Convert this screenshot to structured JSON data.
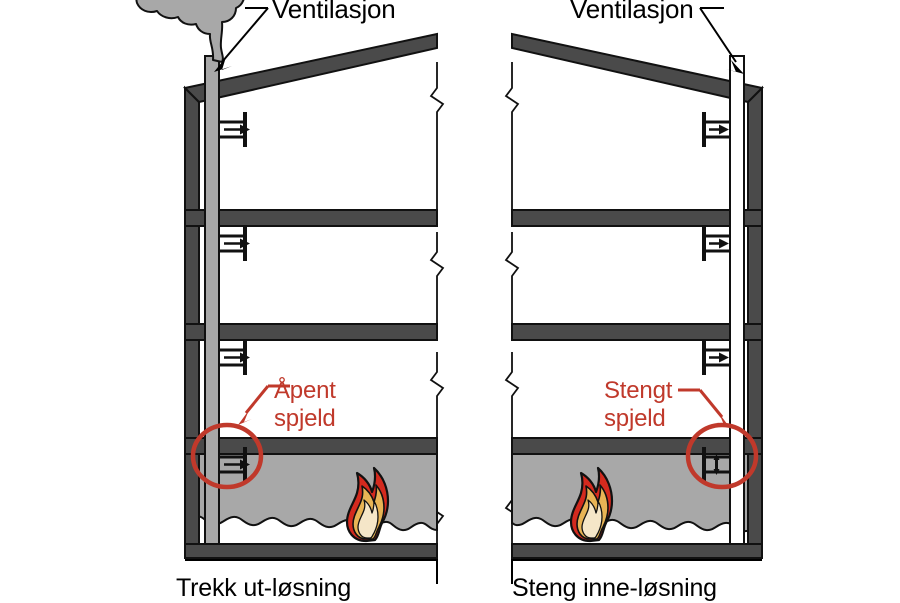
{
  "title": "Roykventilasjon - Trekk ut-losning og Steng inne-losning",
  "colors": {
    "wall": "#4a4a4a",
    "wall_stroke": "#111111",
    "smoke": "#a8a8a8",
    "smoke_stroke": "#111111",
    "duct_smoke": "#a8a8a8",
    "annotation_red": "#c0392b",
    "flame_outer": "#d42a1e",
    "flame_mid": "#e8b455",
    "flame_inner": "#f5e6c8",
    "background": "#ffffff",
    "line": "#000000"
  },
  "panels": [
    {
      "id": "left",
      "caption": "Trekk ut-løsning",
      "vent_label": "Ventilasjon",
      "damper_label_line1": "Åpent",
      "damper_label_line2": "spjeld",
      "damper_state": "open",
      "duct_filled_with_smoke": true,
      "smoke_plume_at_outlet": true,
      "floors": 4,
      "fire_present": true,
      "smoke_layer_floor": "ground"
    },
    {
      "id": "right",
      "caption": "Steng inne-løsning",
      "vent_label": "Ventilasjon",
      "damper_label_line1": "Stengt",
      "damper_label_line2": "spjeld",
      "damper_state": "closed",
      "duct_filled_with_smoke": false,
      "smoke_plume_at_outlet": false,
      "floors": 4,
      "fire_present": true,
      "smoke_layer_floor": "ground"
    }
  ],
  "symbols": {
    "open_damper": "arrow-right-through-grille",
    "closed_damper": "vertical-blade-across-duct",
    "break_line": "zigzag",
    "fire": "flame-icon",
    "smoke": "cloud-edge"
  }
}
